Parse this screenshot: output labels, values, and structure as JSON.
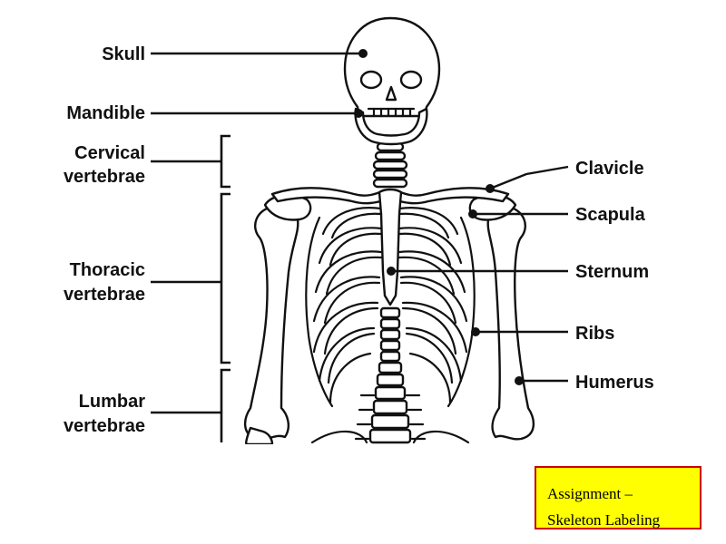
{
  "labels": {
    "skull": "Skull",
    "mandible": "Mandible",
    "cervical_line1": "Cervical",
    "cervical_line2": "vertebrae",
    "thoracic_line1": "Thoracic",
    "thoracic_line2": "vertebrae",
    "lumbar_line1": "Lumbar",
    "lumbar_line2": "vertebrae",
    "clavicle": "Clavicle",
    "scapula": "Scapula",
    "sternum": "Sternum",
    "ribs": "Ribs",
    "humerus": "Humerus"
  },
  "assignment": {
    "line1": "Assignment –",
    "line2": "Skeleton Labeling"
  },
  "colors": {
    "box_fill": "#ffff00",
    "box_border": "#cc0000",
    "ink": "#111111"
  }
}
